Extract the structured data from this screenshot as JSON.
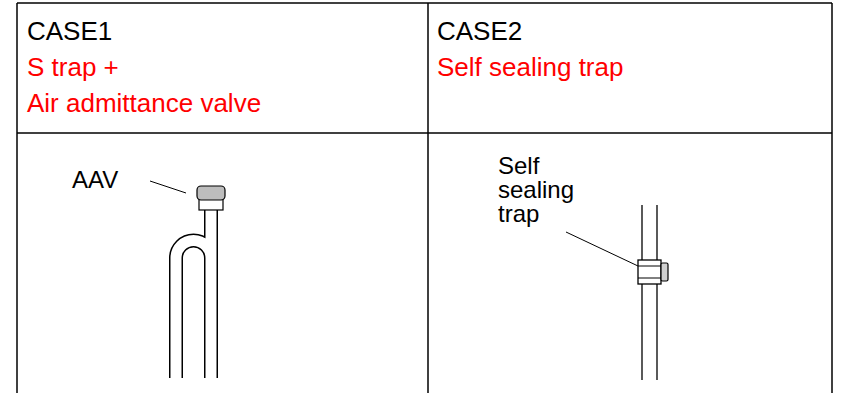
{
  "diagram": {
    "labels": [
      "CASE1",
      "S trap +",
      "Air admittance valve",
      "CASE2",
      "Self sealing trap",
      "AAV",
      "Self sealing trap"
    ]
  }
}
